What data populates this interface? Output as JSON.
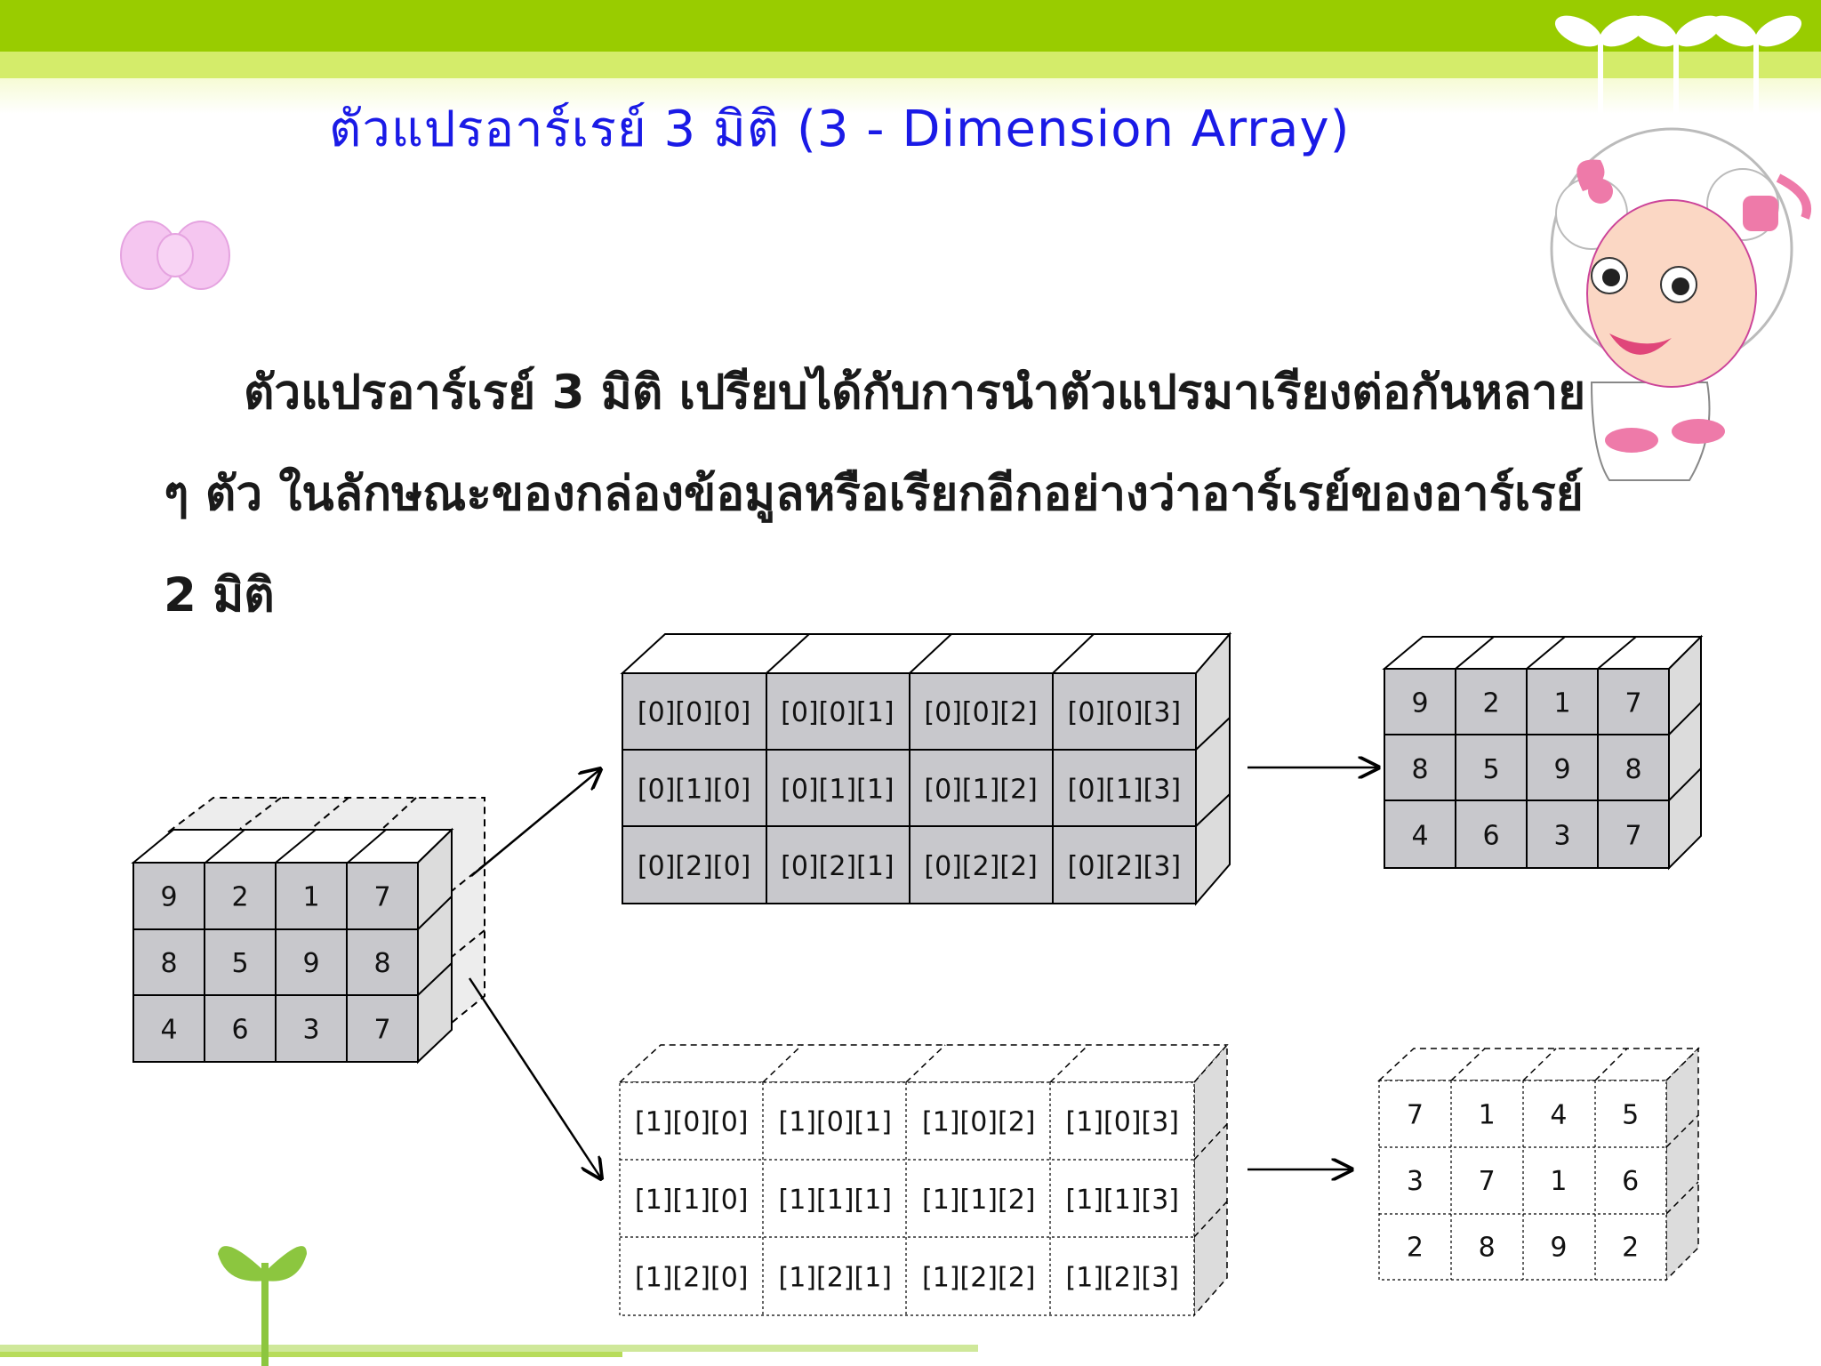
{
  "slide": {
    "title": "ตัวแปรอาร์เรย์ 3 มิติ (3 - Dimension Array)",
    "paragraph": "ตัวแปรอาร์เรย์ 3 มิติ เปรียบได้กับการนำตัวแปรมาเรียงต่อกันหลาย ๆ ตัว ในลักษณะของกล่องข้อมูลหรือเรียกอีกอย่างว่าอาร์เรย์ของอาร์เรย์ 2 มิติ"
  },
  "diagram": {
    "small_cube_values": [
      [
        "9",
        "2",
        "1",
        "7"
      ],
      [
        "8",
        "5",
        "9",
        "8"
      ],
      [
        "4",
        "6",
        "3",
        "7"
      ]
    ],
    "layer0_indices": [
      [
        "[0][0][0]",
        "[0][0][1]",
        "[0][0][2]",
        "[0][0][3]"
      ],
      [
        "[0][1][0]",
        "[0][1][1]",
        "[0][1][2]",
        "[0][1][3]"
      ],
      [
        "[0][2][0]",
        "[0][2][1]",
        "[0][2][2]",
        "[0][2][3]"
      ]
    ],
    "layer1_indices": [
      [
        "[1][0][0]",
        "[1][0][1]",
        "[1][0][2]",
        "[1][0][3]"
      ],
      [
        "[1][1][0]",
        "[1][1][1]",
        "[1][1][2]",
        "[1][1][3]"
      ],
      [
        "[1][2][0]",
        "[1][2][1]",
        "[1][2][2]",
        "[1][2][3]"
      ]
    ],
    "layer0_values": [
      [
        "9",
        "2",
        "1",
        "7"
      ],
      [
        "8",
        "5",
        "9",
        "8"
      ],
      [
        "4",
        "6",
        "3",
        "7"
      ]
    ],
    "layer1_values": [
      [
        "7",
        "1",
        "4",
        "5"
      ],
      [
        "3",
        "7",
        "1",
        "6"
      ],
      [
        "2",
        "8",
        "9",
        "2"
      ]
    ]
  },
  "colors": {
    "band": "#99cc00",
    "title": "#1a1ae6",
    "cell_fill": "#c8c8cc",
    "sprout": "#8cc63f"
  }
}
